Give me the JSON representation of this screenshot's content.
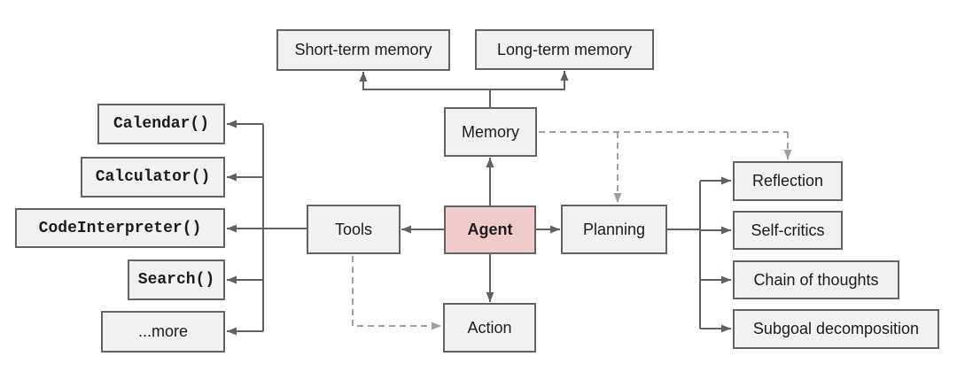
{
  "diagram": {
    "nodes": {
      "agent": "Agent",
      "memory": "Memory",
      "short_term_memory": "Short-term memory",
      "long_term_memory": "Long-term memory",
      "tools": "Tools",
      "planning": "Planning",
      "action": "Action"
    },
    "tool_items": [
      "Calendar()",
      "Calculator()",
      "CodeInterpreter()",
      "Search()",
      "...more"
    ],
    "planning_items": [
      "Reflection",
      "Self-critics",
      "Chain of thoughts",
      "Subgoal decomposition"
    ],
    "colors": {
      "background": "#ffffff",
      "node_fill": "#f1f1f1",
      "node_border": "#636363",
      "agent_fill": "#f0cbcb",
      "solid_connector": "#616161",
      "dashed_connector": "#9e9e9e",
      "text_color": "#1b1b1b"
    }
  }
}
